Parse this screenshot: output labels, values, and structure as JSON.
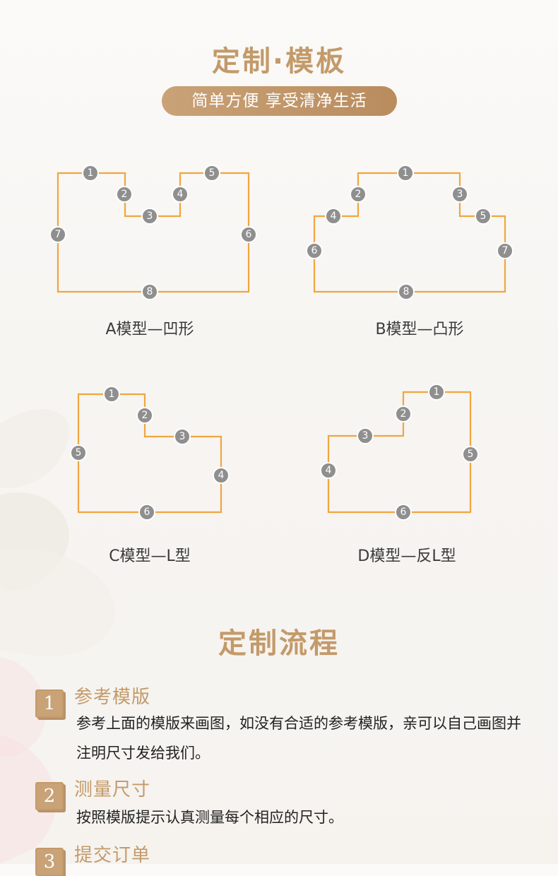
{
  "templates_section": {
    "title": "定制·模板",
    "subtitle": "简单方便 享受清净生活"
  },
  "models": [
    {
      "caption": "A模型—凹形",
      "markers": [
        "1",
        "2",
        "3",
        "4",
        "5",
        "6",
        "7",
        "8"
      ]
    },
    {
      "caption": "B模型—凸形",
      "markers": [
        "1",
        "2",
        "3",
        "4",
        "5",
        "6",
        "7",
        "8"
      ]
    },
    {
      "caption": "C模型—L型",
      "markers": [
        "1",
        "2",
        "3",
        "4",
        "5",
        "6"
      ]
    },
    {
      "caption": "D模型—反L型",
      "markers": [
        "1",
        "2",
        "3",
        "4",
        "5",
        "6"
      ]
    }
  ],
  "process_section": {
    "title": "定制流程",
    "steps": [
      {
        "number": "1",
        "title": "参考模版",
        "description": "参考上面的模版来画图，如没有合适的参考模版，亲可以自己画图并注明尺寸发给我们。"
      },
      {
        "number": "2",
        "title": "测量尺寸",
        "description": "按照模版提示认真测量每个相应的尺寸。"
      },
      {
        "number": "3",
        "title": "提交订单",
        "description": ""
      }
    ]
  },
  "colors": {
    "accent": "#c39a6a",
    "outline": "#f0a63f",
    "marker": "#8f8f8f"
  }
}
